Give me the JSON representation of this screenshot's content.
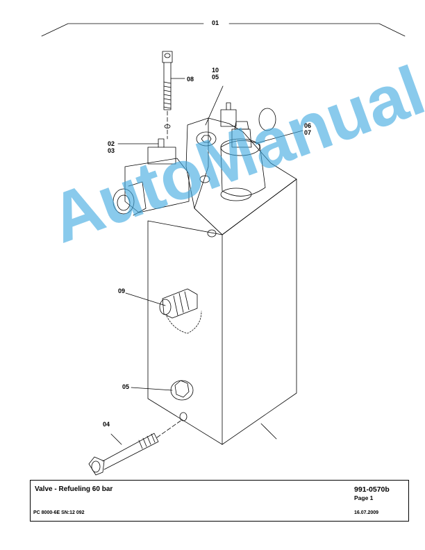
{
  "group_callout": "01",
  "parts": [
    {
      "label": "08"
    },
    {
      "label": "10\n05"
    },
    {
      "label": "02\n03"
    },
    {
      "label": "06\n07"
    },
    {
      "label": "09"
    },
    {
      "label": "05"
    },
    {
      "label": "04"
    }
  ],
  "watermark": "AutoManual",
  "watermark_color": "#40aae1",
  "title_block": {
    "title": "Valve - Refueling 60 bar",
    "doc_number": "991-0570b",
    "page": "Page 1",
    "model": "PC 8000-6E SN:12 092",
    "date": "16.07.2009"
  }
}
